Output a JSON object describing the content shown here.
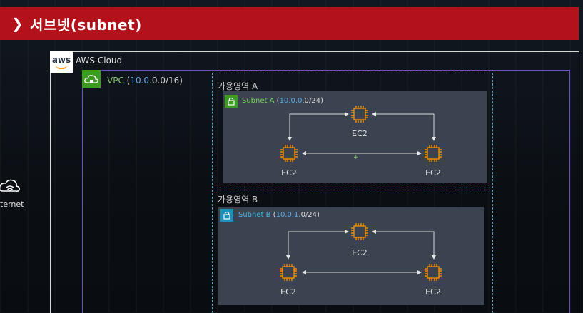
{
  "header": {
    "chevron": "❯",
    "title": "서브넷(subnet)"
  },
  "aws_cloud": {
    "logo": "aws",
    "label": "AWS Cloud"
  },
  "vpc": {
    "name": "VPC",
    "cidr_open": "(",
    "cidr_hl": "10.0",
    "cidr_rest": ".0.0/16)"
  },
  "internet": {
    "label": "ternet"
  },
  "zones": [
    {
      "label": "가용영역 A",
      "subnet": {
        "name": "Subnet A",
        "cidr_open": "(",
        "cidr_hl": "10.0.0",
        "cidr_rest": ".0/24)",
        "color": "#7ad35a",
        "icon_color": "#3e9b22"
      },
      "instances": [
        "EC2",
        "EC2",
        "EC2"
      ]
    },
    {
      "label": "가용영역 B",
      "subnet": {
        "name": "Subnet B",
        "cidr_open": "(",
        "cidr_hl": "10.0.1",
        "cidr_rest": ".0/24)",
        "color": "#4ab3e0",
        "icon_color": "#1e8fb8"
      },
      "instances": [
        "EC2",
        "EC2",
        "EC2"
      ]
    }
  ],
  "colors": {
    "title_bar": "#b3121a",
    "vpc_border": "#6e4fc6",
    "az_border": "#4aa3c8",
    "ec2": "#f08c00"
  },
  "icons": [
    "chevron-right-icon",
    "aws-logo",
    "vpc-cloud-icon",
    "lock-icon",
    "ec2-chip-icon",
    "internet-cloud-icon"
  ]
}
